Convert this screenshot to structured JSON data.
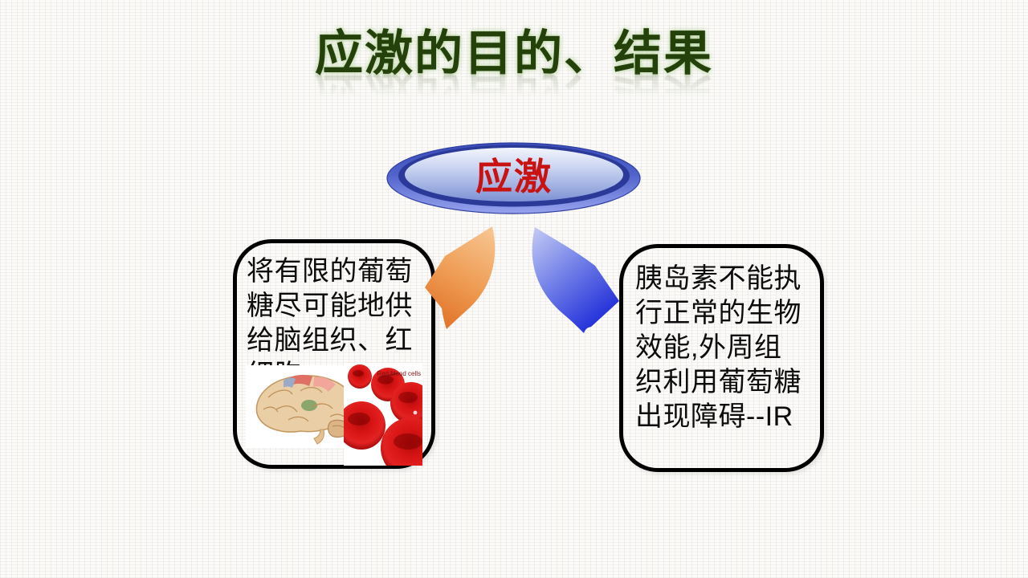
{
  "slide": {
    "title": "应激的目的、结果",
    "oval": {
      "label": "应激"
    },
    "left_box": {
      "text": "将有限的葡萄\n糖尽可能地供\n给脑组织、红\n细胞",
      "cells_label": "Red blood cells"
    },
    "right_box": {
      "text": "胰岛素不能执\n行正常的生物\n效能,外周组\n织利用葡萄糖\n出现障碍--IR"
    },
    "icons": {
      "disc": "blue-3d-oval-disc",
      "arrow_left": "curved-arrow-down-left",
      "arrow_right": "curved-arrow-down-right",
      "brain": "brain-illustration",
      "cells": "red-blood-cells-illustration"
    },
    "colors": {
      "title_green": "#24400b",
      "label_red": "#c91212",
      "arrow_orange": "#e8873a",
      "arrow_blue": "#2230d8",
      "disc_blue": "#3a4bb8",
      "box_border": "#000000",
      "background": "#fcfbf9"
    }
  }
}
